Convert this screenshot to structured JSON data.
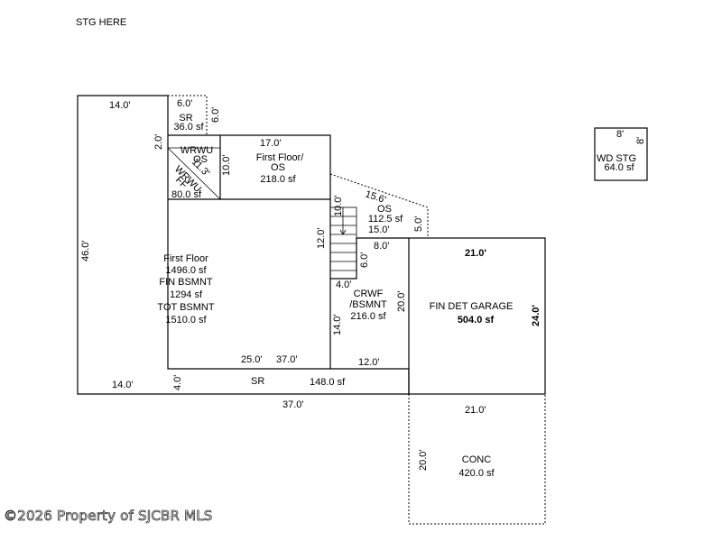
{
  "header_note": "STG HERE",
  "watermark": "©2026 Property of SJCBR MLS",
  "dims": {
    "main_top": "14.0'",
    "main_bottom": "14.0'",
    "main_side": "46.0'",
    "sr_top": "6.0'",
    "sr_side": "6.0'",
    "wrwu_side": "2.0'",
    "wrwu_diag": "11.3'",
    "ff_top": "17.0'",
    "ff_side": "10.0'",
    "stair_run": "10.0'",
    "stair_side": "12.0'",
    "os_diag": "15.6'",
    "os_right": "5.0'",
    "os_bottom": "15.0'",
    "crwf_top": "8.0'",
    "crwf_step": "6.0'",
    "crwf_w": "4.0'",
    "crwf_left": "14.0'",
    "crwf_right": "20.0'",
    "crwf_bottom": "12.0'",
    "dim_25": "25.0'",
    "dim_37": "37.0'",
    "sr2_side": "4.0'",
    "overall_bottom": "37.0'",
    "garage_top": "21.0'",
    "garage_side": "24.0'",
    "conc_top": "21.0'",
    "conc_side": "20.0'",
    "wd_top": "8'",
    "wd_side": "8'"
  },
  "rooms": {
    "main": [
      "First Floor",
      "1496.0 sf",
      "FIN BSMNT",
      "1294 sf",
      "TOT BSMNT",
      "1510.0 sf"
    ],
    "sr_top": [
      "SR",
      "36.0 sf"
    ],
    "wrwu_os": [
      "WRWU",
      "OS"
    ],
    "wrwu_ff": [
      "WRWU",
      "FF",
      "80.0 sf"
    ],
    "first_floor_os": [
      "First Floor/",
      "OS",
      "218.0 sf"
    ],
    "os": [
      "OS",
      "112.5 sf"
    ],
    "crwf": [
      "CRWF",
      "/BSMNT",
      "216.0 sf"
    ],
    "garage": [
      "FIN DET GARAGE",
      "504.0 sf"
    ],
    "sr_bottom": [
      "SR",
      "148.0 sf"
    ],
    "conc": [
      "CONC",
      "420.0 sf"
    ],
    "wd_stg": [
      "WD STG",
      "64.0 sf"
    ]
  }
}
